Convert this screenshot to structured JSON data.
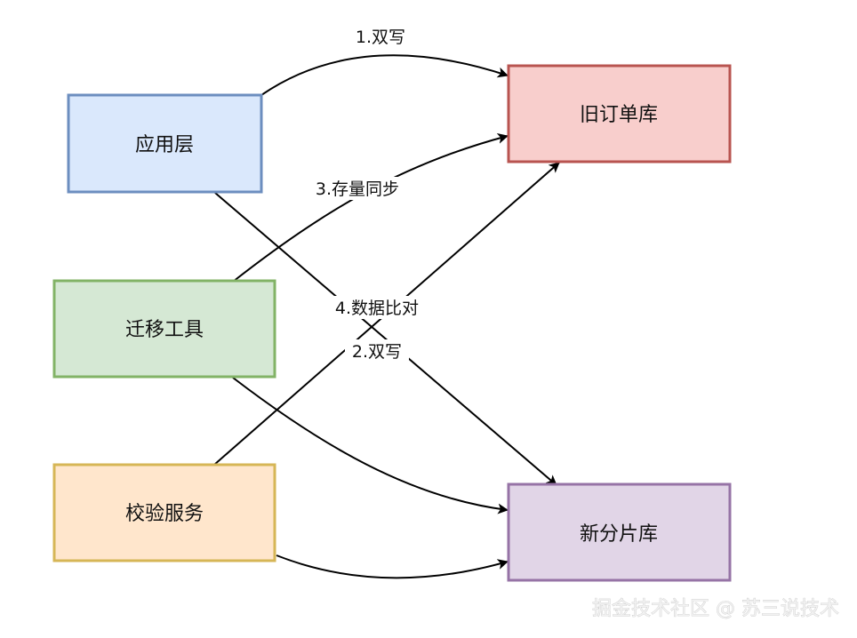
{
  "nodes": [
    {
      "id": "app",
      "label": "应用层",
      "fill": "#dae8fc",
      "stroke": "#6c8ebf"
    },
    {
      "id": "migrate",
      "label": "迁移工具",
      "fill": "#d5e8d4",
      "stroke": "#82b366"
    },
    {
      "id": "verify",
      "label": "校验服务",
      "fill": "#ffe6cc",
      "stroke": "#d6b656"
    },
    {
      "id": "olddb",
      "label": "旧订单库",
      "fill": "#f8cecc",
      "stroke": "#b85450"
    },
    {
      "id": "newdb",
      "label": "新分片库",
      "fill": "#e1d5e7",
      "stroke": "#9673a6"
    }
  ],
  "edges": [
    {
      "id": "app-to-olddb",
      "from": "app",
      "to": "olddb",
      "label": "1.双写"
    },
    {
      "id": "migrate-to-olddb",
      "from": "migrate",
      "to": "olddb",
      "label": "3.存量同步"
    },
    {
      "id": "verify-to-olddb",
      "from": "verify",
      "to": "olddb",
      "label": "4.数据比对"
    },
    {
      "id": "app-to-newdb",
      "from": "app",
      "to": "newdb",
      "label": "2.双写"
    },
    {
      "id": "migrate-to-newdb",
      "from": "migrate",
      "to": "newdb",
      "label": ""
    },
    {
      "id": "verify-to-newdb",
      "from": "verify",
      "to": "newdb",
      "label": ""
    }
  ],
  "watermark": "掘金技术社区 @ 苏三说技术"
}
